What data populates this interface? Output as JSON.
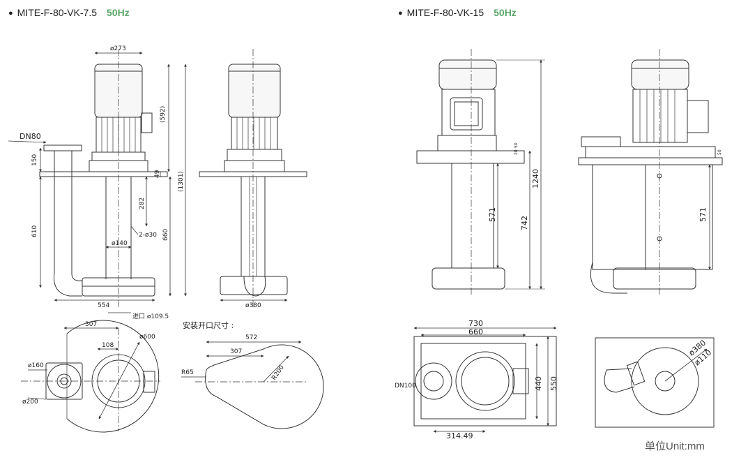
{
  "left_model": {
    "name": "MITE-F-80-VK-7.5",
    "freq": "50Hz"
  },
  "right_model": {
    "name": "MITE-F-80-VK-15",
    "freq": "50Hz"
  },
  "unit_label": "单位Unit:mm",
  "left_front_dims": {
    "d273": "ø273",
    "dn80": "DN80",
    "d592": "(592)",
    "d1301": "(1301)",
    "d150": "150",
    "d49": "49",
    "d282": "282",
    "d610": "610",
    "d660": "660",
    "d140": "ø140",
    "holes": "2-ø30",
    "d554": "554",
    "inlet": "进口 ø109.5"
  },
  "left_side_dims": {
    "d380": "ø380"
  },
  "left_plan_dims": {
    "d307": "307",
    "d108": "108",
    "d600": "ø600",
    "d160": "ø160",
    "d200": "ø200"
  },
  "install_dims": {
    "title": "安装开口尺寸 :",
    "d572": "572",
    "d307": "307",
    "r65": "R65",
    "r200": "R200"
  },
  "right_front_dims": {
    "d50": "50",
    "d20": "20",
    "d1240": "1240",
    "d571": "571",
    "d742": "742"
  },
  "right_side_dims": {
    "d50": "50",
    "d571": "571"
  },
  "right_plan_dims": {
    "d730": "730",
    "d660": "660",
    "d440": "440",
    "d550": "550",
    "dn": "DN100",
    "d314": "314.49"
  },
  "right_detail_dims": {
    "d380": "ø380",
    "d110": "ø110"
  }
}
